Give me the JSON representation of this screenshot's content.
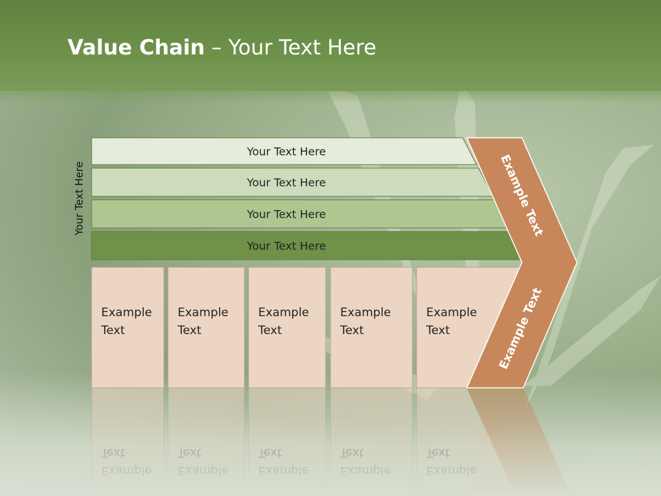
{
  "slide": {
    "title_bold": "Value Chain",
    "title_rest": " – Your Text Here",
    "vertical_label": "Your Text Here"
  },
  "bands": [
    {
      "label": "Your Text Here",
      "color": "#e6ecdc"
    },
    {
      "label": "Your Text Here",
      "color": "#cfdcbc"
    },
    {
      "label": "Your Text Here",
      "color": "#afc690"
    },
    {
      "label": "Your Text Here",
      "color": "#6f9148"
    }
  ],
  "activities": [
    {
      "line1": "Example",
      "line2": "Text"
    },
    {
      "line1": "Example",
      "line2": "Text"
    },
    {
      "line1": "Example",
      "line2": "Text"
    },
    {
      "line1": "Example",
      "line2": "Text"
    },
    {
      "line1": "Example",
      "line2": "Text"
    }
  ],
  "chevron": {
    "top_label": "Example Text",
    "bottom_label": "Example Text",
    "color": "#c8875a"
  },
  "colors": {
    "header": "#6d9149",
    "activity_box": "#ecd6c3"
  }
}
